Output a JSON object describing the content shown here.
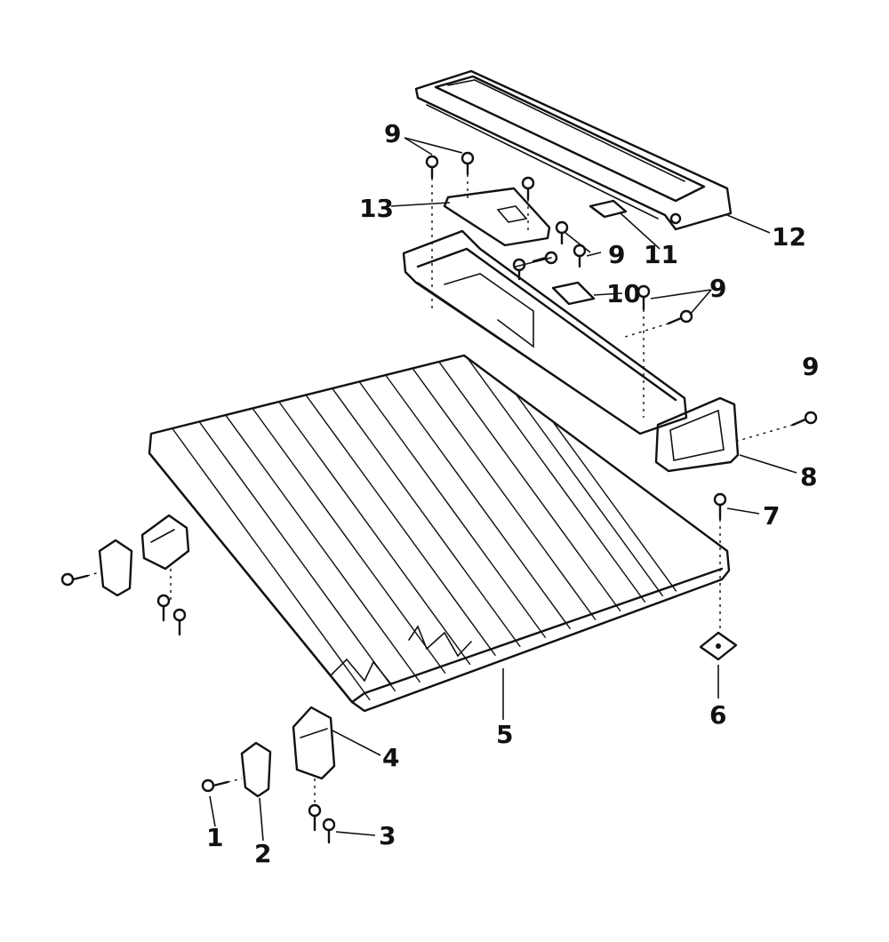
{
  "callouts": {
    "c1": "1",
    "c2": "2",
    "c3": "3",
    "c4": "4",
    "c5": "5",
    "c6": "6",
    "c7": "7",
    "c8": "8",
    "c9a": "9",
    "c9b": "9",
    "c9c": "9",
    "c9d": "9",
    "c10": "10",
    "c11": "11",
    "c12": "12",
    "c13": "13"
  }
}
